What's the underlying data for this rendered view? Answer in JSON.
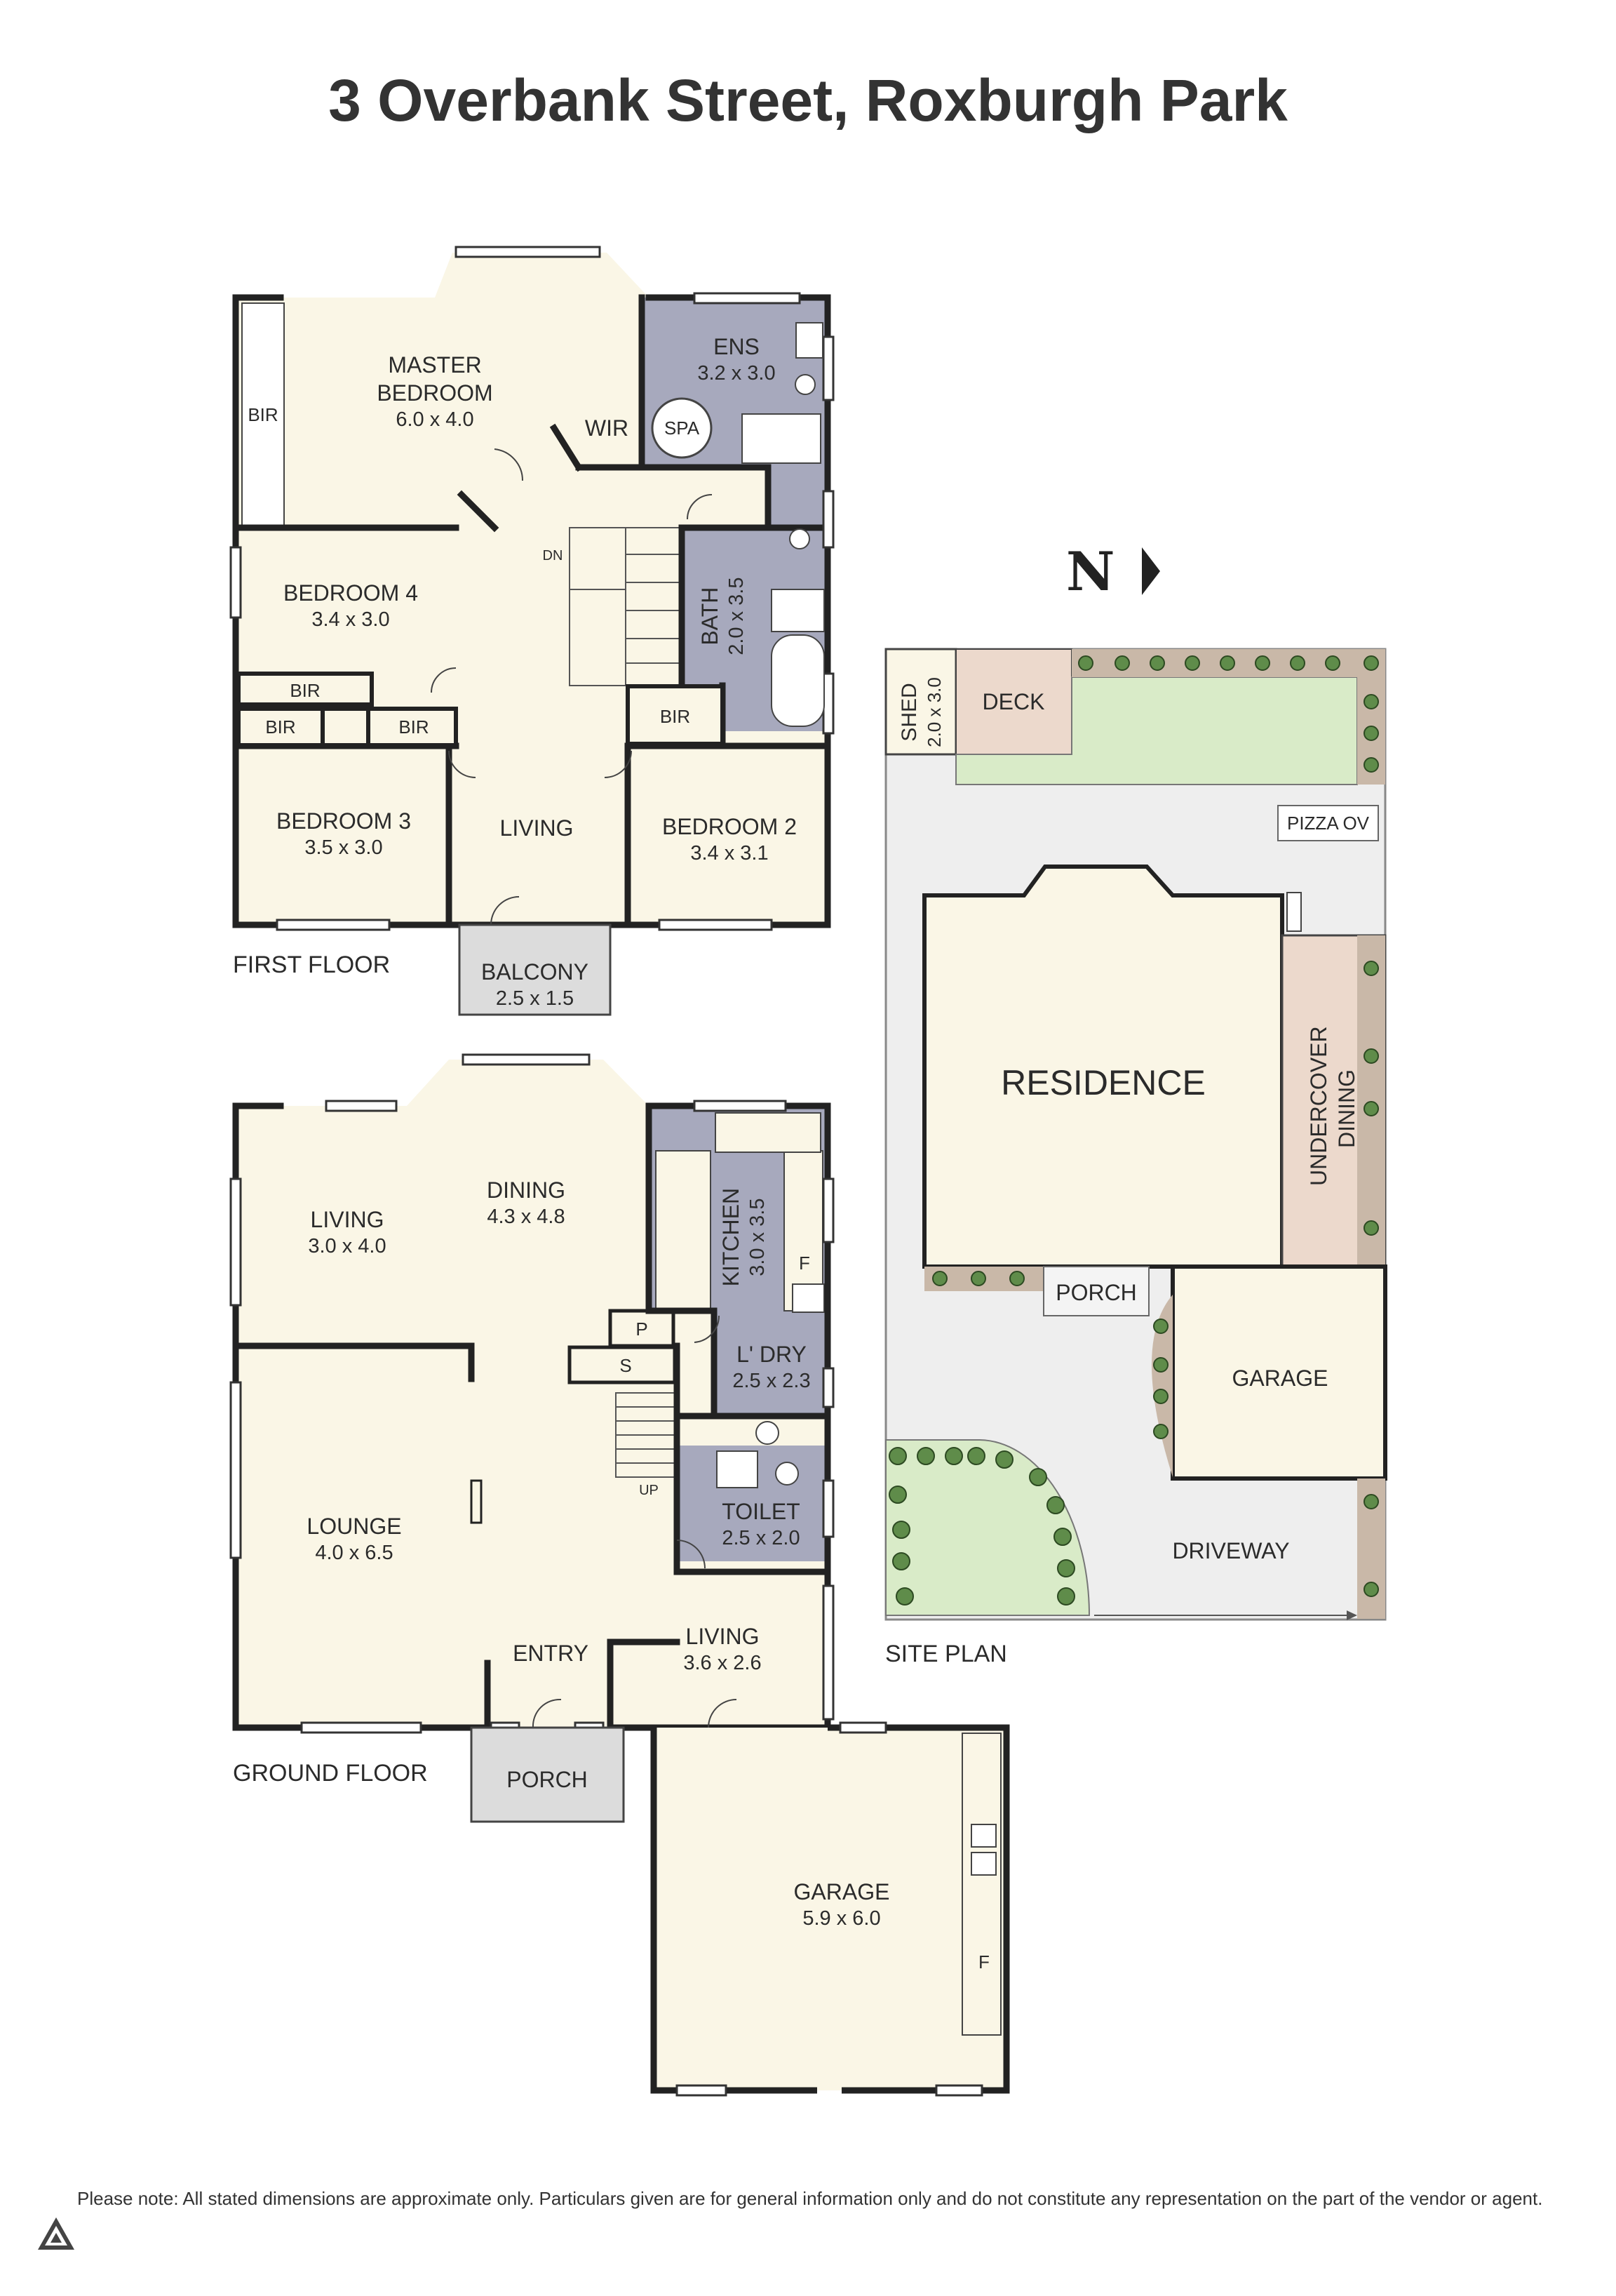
{
  "title": "3 Overbank Street, Roxburgh Park",
  "north_label": "N",
  "colors": {
    "room_fill": "#faf6e6",
    "wet_fill": "#a7a9bd",
    "wall": "#222222",
    "porch_fill": "#dcdcdc",
    "lawn": "#d9ebc8",
    "deck": "#ecd9cc",
    "garden": "#c9b8a8",
    "site_ground": "#eeeeee"
  },
  "first_floor": {
    "section_label": "FIRST FLOOR",
    "master_bedroom": {
      "name": "MASTER\nBEDROOM",
      "dims": "6.0 x 4.0"
    },
    "ens": {
      "name": "ENS",
      "dims": "3.2 x 3.0"
    },
    "spa": "SPA",
    "wir": "WIR",
    "bir_master": "BIR",
    "bedroom4": {
      "name": "BEDROOM 4",
      "dims": "3.4 x 3.0"
    },
    "bath": {
      "name": "BATH",
      "dims": "2.0 x 3.5"
    },
    "dn": "DN",
    "bir_a": "BIR",
    "bir_b": "BIR",
    "bir_c": "BIR",
    "bir_d": "BIR",
    "bedroom3": {
      "name": "BEDROOM 3",
      "dims": "3.5 x 3.0"
    },
    "living": "LIVING",
    "bedroom2": {
      "name": "BEDROOM 2",
      "dims": "3.4 x 3.1"
    },
    "balcony": {
      "name": "BALCONY",
      "dims": "2.5 x 1.5"
    }
  },
  "ground_floor": {
    "section_label": "GROUND FLOOR",
    "living_left": {
      "name": "LIVING",
      "dims": "3.0 x 4.0"
    },
    "dining": {
      "name": "DINING",
      "dims": "4.3 x 4.8"
    },
    "kitchen": {
      "name": "KITCHEN",
      "dims": "3.0 x 3.5"
    },
    "fridge": "F",
    "pantry": "P",
    "storage": "S",
    "laundry": {
      "name": "L' DRY",
      "dims": "2.5 x 2.3"
    },
    "up": "UP",
    "toilet": {
      "name": "TOILET",
      "dims": "2.5 x 2.0"
    },
    "lounge": {
      "name": "LOUNGE",
      "dims": "4.0 x 6.5"
    },
    "entry": "ENTRY",
    "living_right": {
      "name": "LIVING",
      "dims": "3.6 x 2.6"
    },
    "porch": "PORCH",
    "garage": {
      "name": "GARAGE",
      "dims": "5.9 x 6.0"
    },
    "garage_fridge": "F"
  },
  "site_plan": {
    "section_label": "SITE PLAN",
    "shed": {
      "name": "SHED",
      "dims": "2.0 x 3.0"
    },
    "deck": "DECK",
    "pizza_oven": "PIZZA OV",
    "residence": "RESIDENCE",
    "undercover_dining": "UNDERCOVER\nDINING",
    "porch": "PORCH",
    "garage": "GARAGE",
    "driveway": "DRIVEWAY"
  },
  "disclaimer": "Please note: All stated dimensions are approximate only. Particulars given are for general information only and do not constitute any representation on the part of the vendor or agent."
}
